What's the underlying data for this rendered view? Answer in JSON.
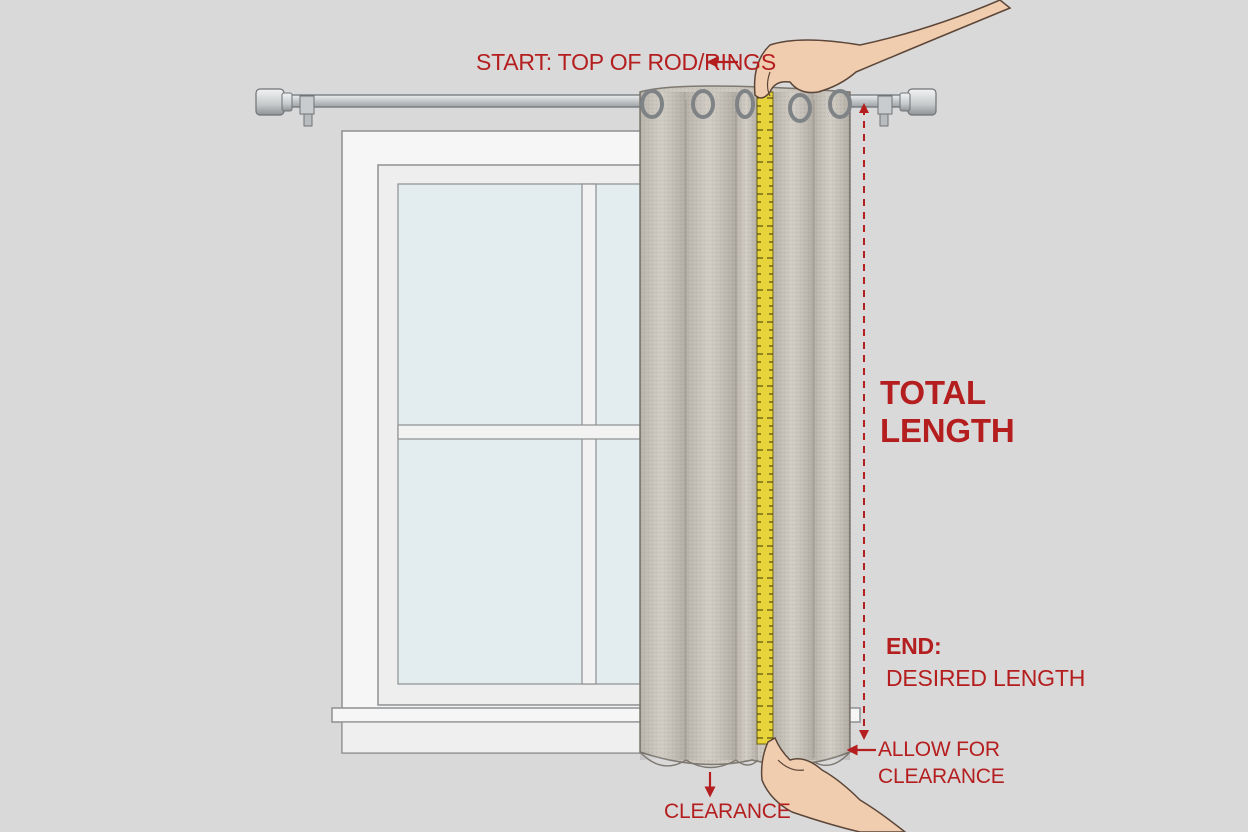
{
  "labels": {
    "start": "START: TOP OF ROD/RINGS",
    "total_line1": "TOTAL",
    "total_line2": "LENGTH",
    "end_line1": "END:",
    "end_line2": "DESIRED LENGTH",
    "allow_line1": "ALLOW FOR",
    "allow_line2": "CLEARANCE",
    "clearance": "CLEARANCE"
  },
  "colors": {
    "wall": "#d9d9da",
    "annotation_red": "#b51e1e",
    "curtain_fabric": "#cbc6bd",
    "tape_yellow": "#e7d43a",
    "glass": "#e6eef0",
    "window_frame": "#f4f4f4",
    "rod_metal": "#c9ccce"
  },
  "icons": {
    "start_arrow": "arrow-left-icon",
    "total_arrow": "dashed-arrow-down-icon",
    "allow_arrow": "arrow-left-icon",
    "clearance_arrow": "arrow-down-icon"
  }
}
